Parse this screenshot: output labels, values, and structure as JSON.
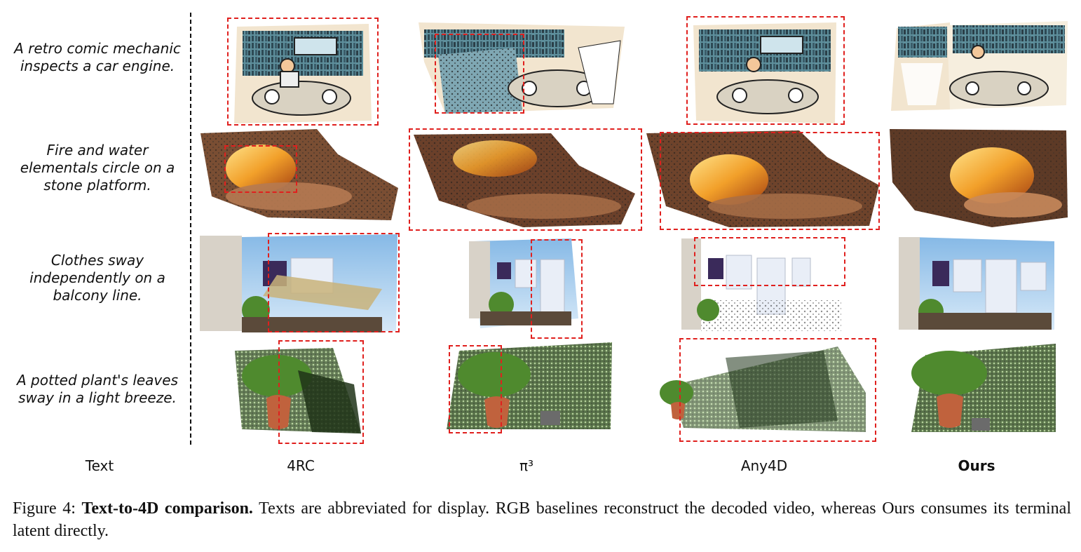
{
  "prompts": [
    [
      "A retro comic mechanic",
      "inspects a car engine."
    ],
    [
      "Fire and water",
      "elementals circle on a",
      "stone platform."
    ],
    [
      "Clothes sway",
      "independently on a",
      "balcony line."
    ],
    [
      "A potted plant's leaves",
      "sway in a light breeze."
    ]
  ],
  "columns": [
    "Text",
    "4RC",
    "π³",
    "Any4D",
    "Ours"
  ],
  "caption": {
    "label": "Figure 4:",
    "title": "Text-to-4D comparison.",
    "body": "Texts are abbreviated for display. RGB baselines reconstruct the decoded video, whereas Ours consumes its terminal latent directly."
  },
  "colors": {
    "highlight": "#e0201e",
    "comic_bg": "#f2e5cf",
    "comic_teal": "#6f9ca6",
    "fire_orange": "#f2a02a",
    "stone_brown": "#7a4e33",
    "sky_blue": "#9cc7ea",
    "shirt_white": "#e9eef7",
    "plant_green": "#4f8a2e",
    "pot_terracotta": "#c0623d"
  }
}
